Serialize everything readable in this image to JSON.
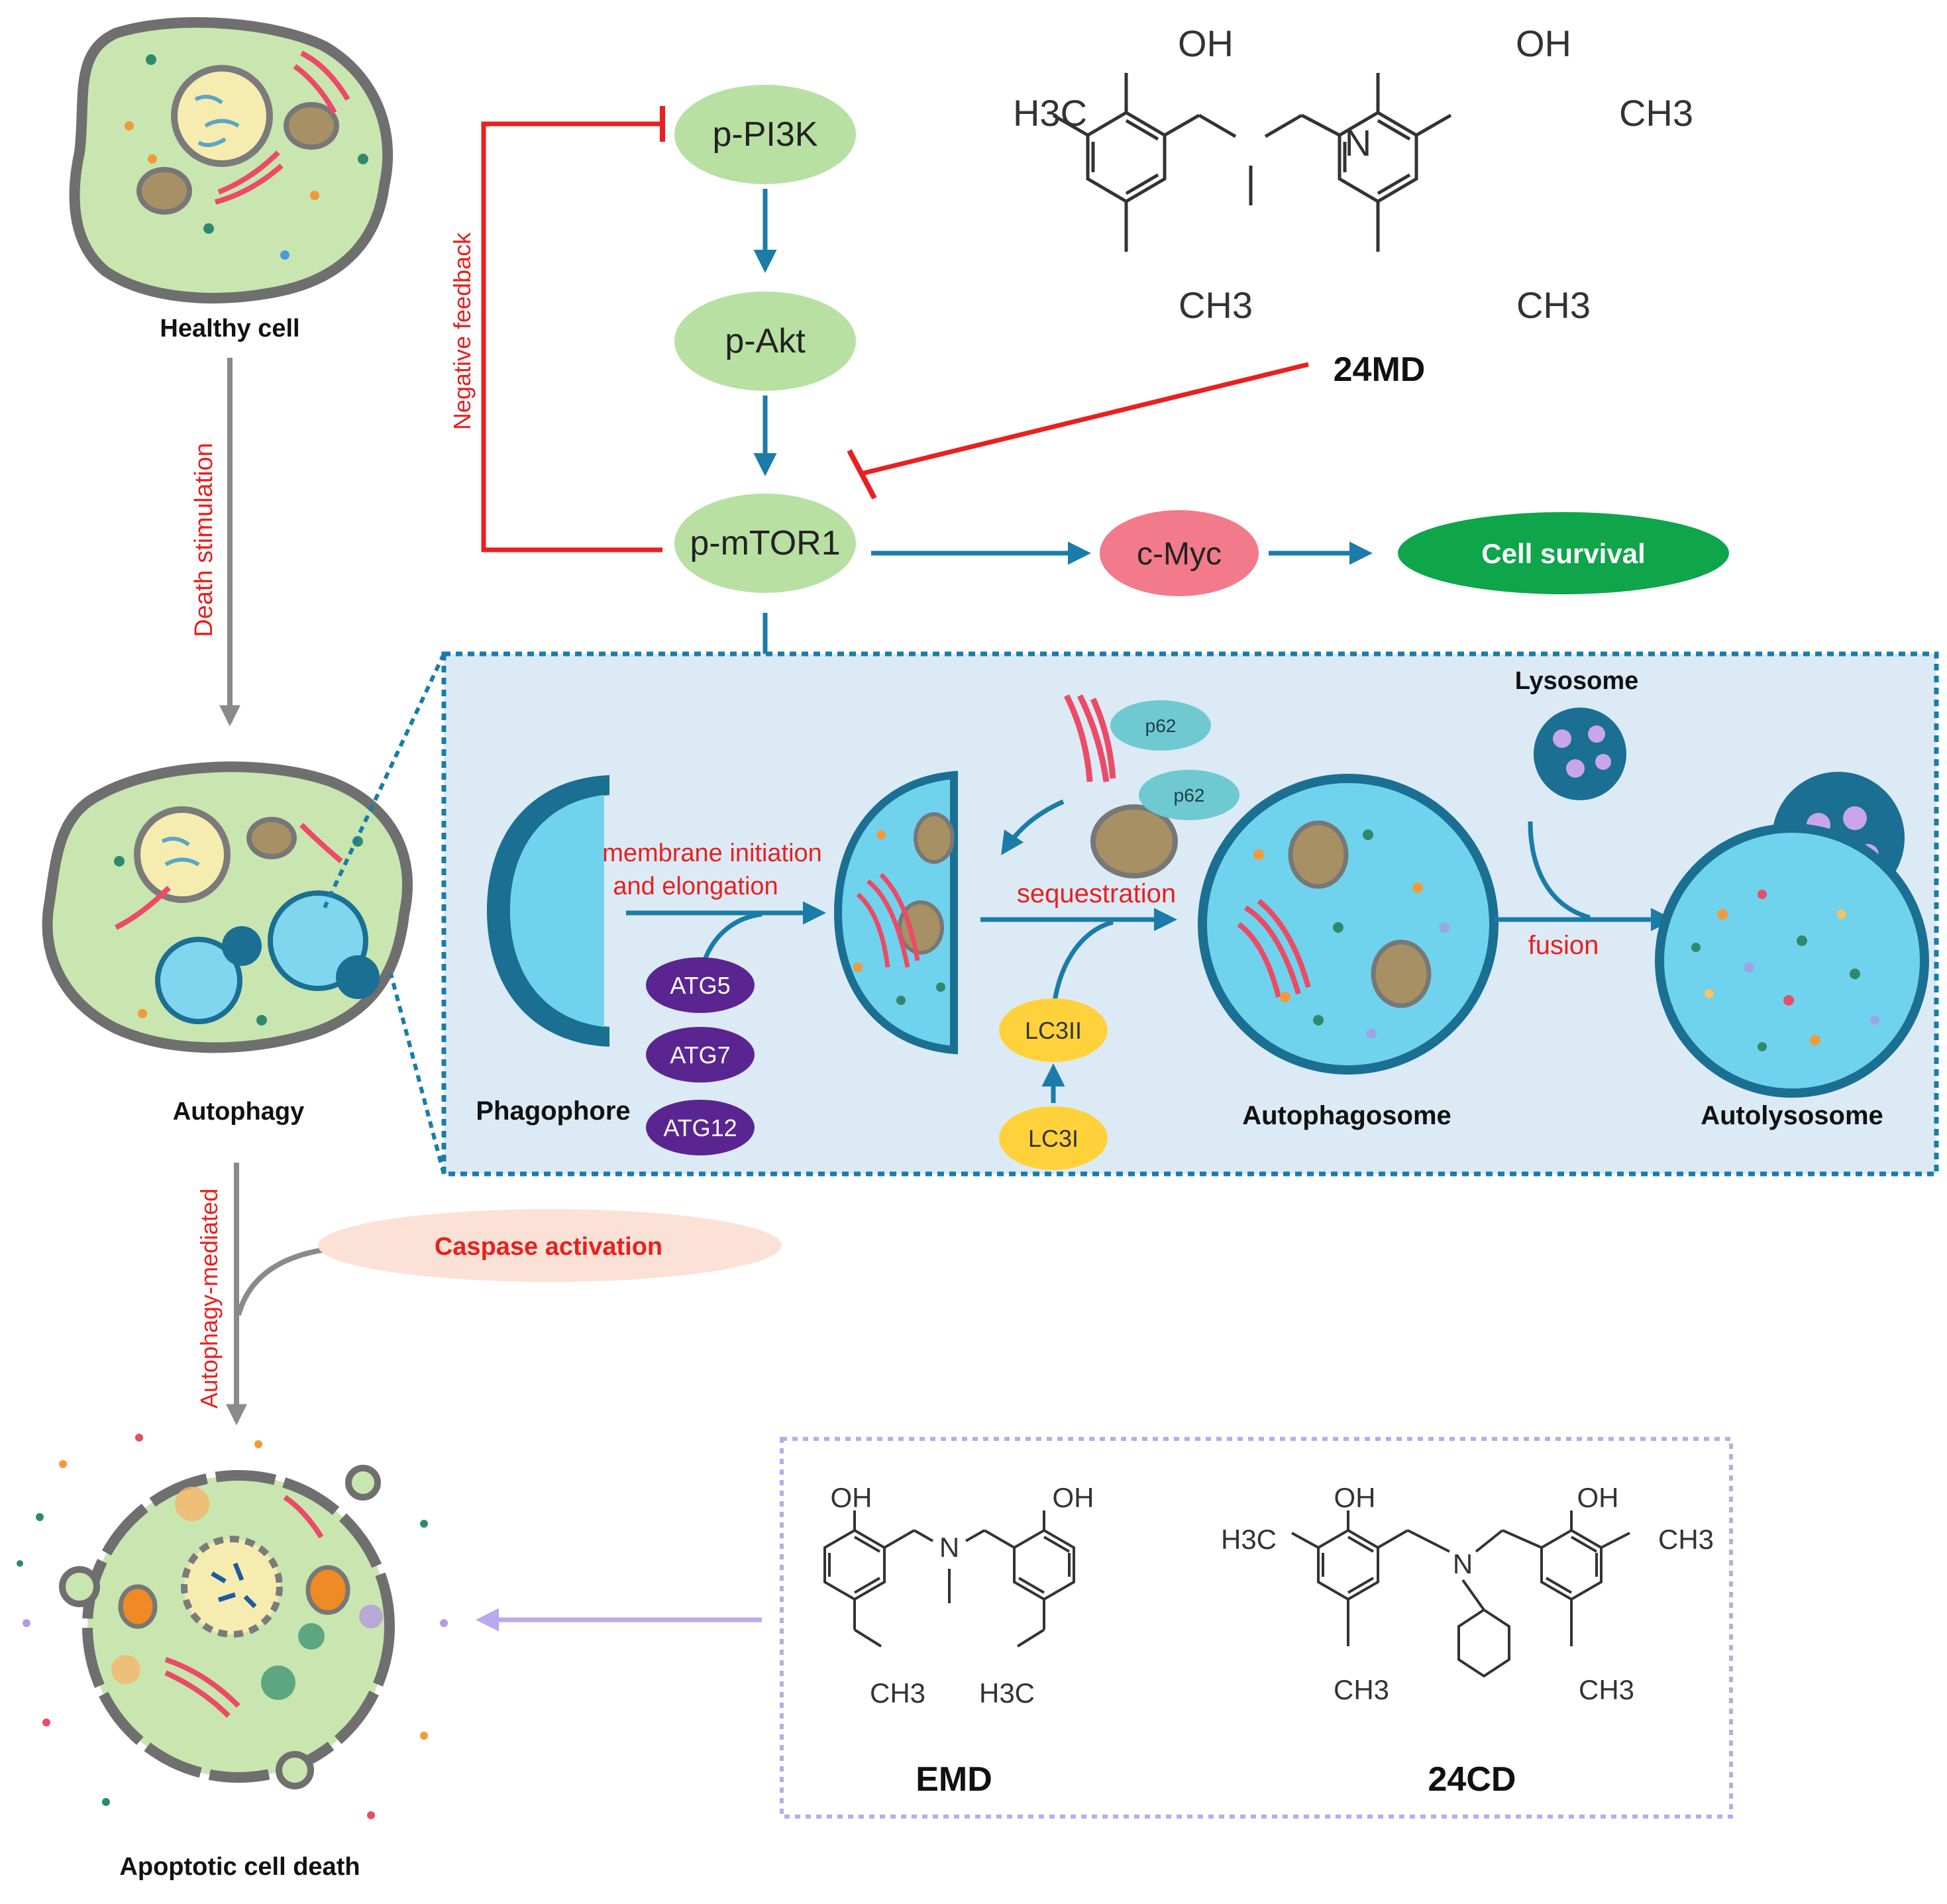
{
  "cells": {
    "healthy": "Healthy cell",
    "autophagy": "Autophagy",
    "apoptotic": "Apoptotic cell death"
  },
  "arrows": {
    "death_stimulation": "Death stimulation",
    "autophagy_mediated": "Autophagy-mediated",
    "caspase": "Caspase activation",
    "negative_feedback": "Negative feedback"
  },
  "pathway": {
    "pi3k": "p-PI3K",
    "akt": "p-Akt",
    "mtor": "p-mTOR1",
    "cmyc": "c-Myc",
    "survival": "Cell survival"
  },
  "compounds": {
    "main": "24MD",
    "emd": "EMD",
    "cd24": "24CD"
  },
  "chem_labels": {
    "oh": "OH",
    "n": "N",
    "h3c": "H3C",
    "ch3": "CH3"
  },
  "autophagy_panel": {
    "phagophore": "Phagophore",
    "membrane_line1": "membrane initiation",
    "membrane_line2": "and elongation",
    "sequestration": "sequestration",
    "autophagosome": "Autophagosome",
    "lysosome": "Lysosome",
    "fusion": "fusion",
    "autolysosome": "Autolysosome",
    "atg5": "ATG5",
    "atg7": "ATG7",
    "atg12": "ATG12",
    "lc3ii": "LC3II",
    "lc3i": "LC3I",
    "p62": "p62"
  },
  "colors": {
    "arrow_blue": "#1a7ca8",
    "inhibit_red": "#e8201f",
    "node_green": "#b8e0a3",
    "cmyc_pink": "#f27a8a",
    "survival_green": "#0fa54a",
    "panel_bg": "#dceaf5",
    "atg_purple": "#5a2590",
    "lc3_yellow": "#ffd23c",
    "p62_teal": "#6ec9d0",
    "caspase_peach": "#fce2d6"
  }
}
